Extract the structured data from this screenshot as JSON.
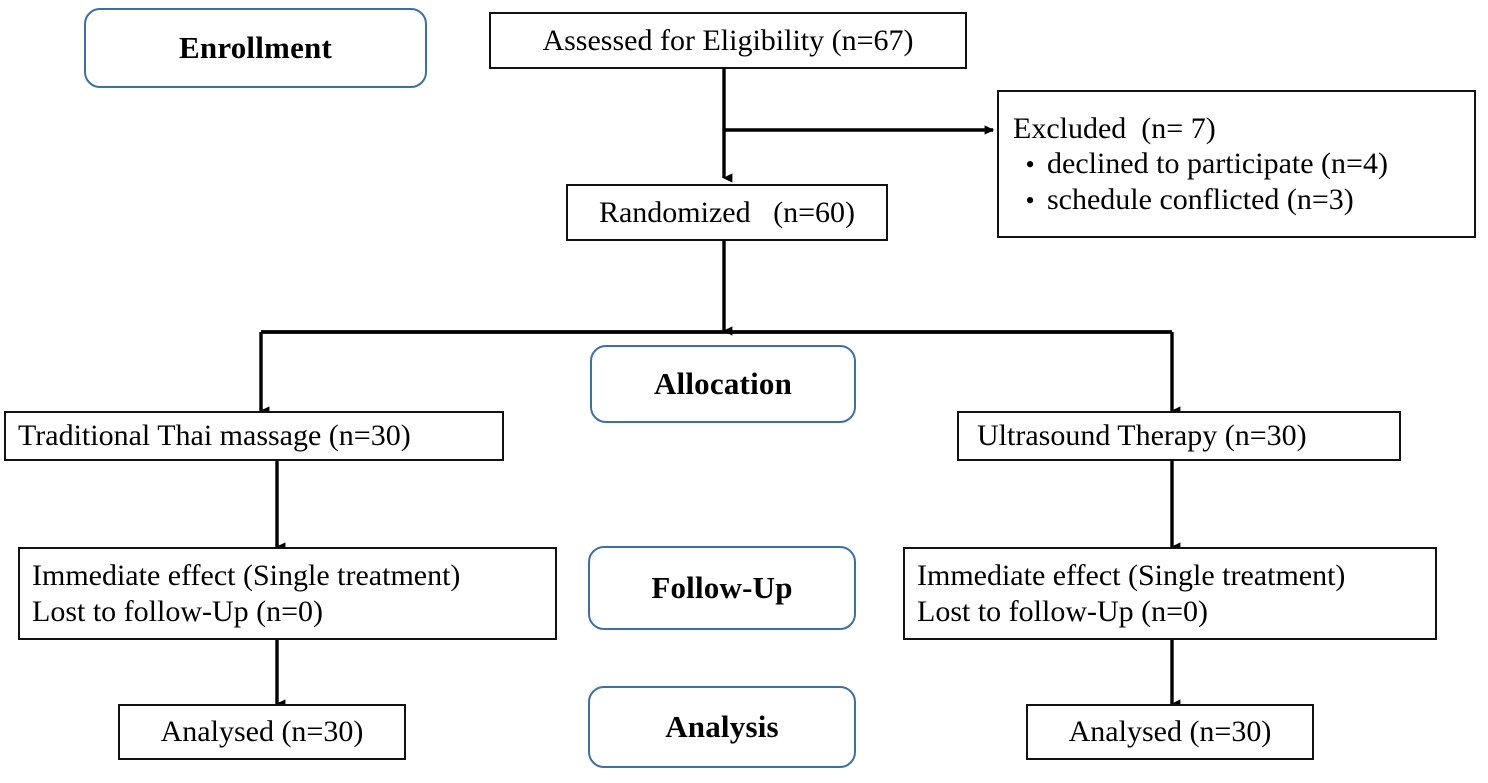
{
  "diagram": {
    "title": "CONSORT participant flow diagram",
    "type": "flowchart",
    "colors": {
      "stage_border": "#3d6fa5",
      "box_border": "#111111",
      "connector": "#000000",
      "background": "#ffffff"
    }
  },
  "stages": {
    "enrollment": "Enrollment",
    "allocation": "Allocation",
    "followup": "Follow-Up",
    "analysis": "Analysis"
  },
  "nodes": {
    "assessed": {
      "text": "Assessed for Eligibility (n=67)"
    },
    "excluded": {
      "heading": "Excluded  (n= 7)",
      "items": [
        "declined to participate (n=4)",
        "schedule conflicted (n=3)"
      ],
      "bullet_glyph": "•"
    },
    "randomized": {
      "text": "Randomized   (n=60)"
    },
    "left_allocation": {
      "text": "Traditional Thai massage (n=30)"
    },
    "right_allocation": {
      "text": "Ultrasound Therapy (n=30)"
    },
    "left_followup": {
      "line1": "Immediate effect (Single treatment)",
      "line2": "Lost to follow-Up (n=0)"
    },
    "right_followup": {
      "line1": "Immediate effect (Single treatment)",
      "line2": "Lost to follow-Up (n=0)"
    },
    "left_analysis": {
      "text": "Analysed (n=30)"
    },
    "right_analysis": {
      "text": "Analysed (n=30)"
    }
  },
  "flow_data": {
    "assessed_n": 67,
    "excluded_n": 7,
    "declined_n": 4,
    "schedule_conflict_n": 3,
    "randomized_n": 60,
    "arm_left_n": 30,
    "arm_right_n": 30,
    "lost_left_n": 0,
    "lost_right_n": 0,
    "analysed_left_n": 30,
    "analysed_right_n": 30
  }
}
